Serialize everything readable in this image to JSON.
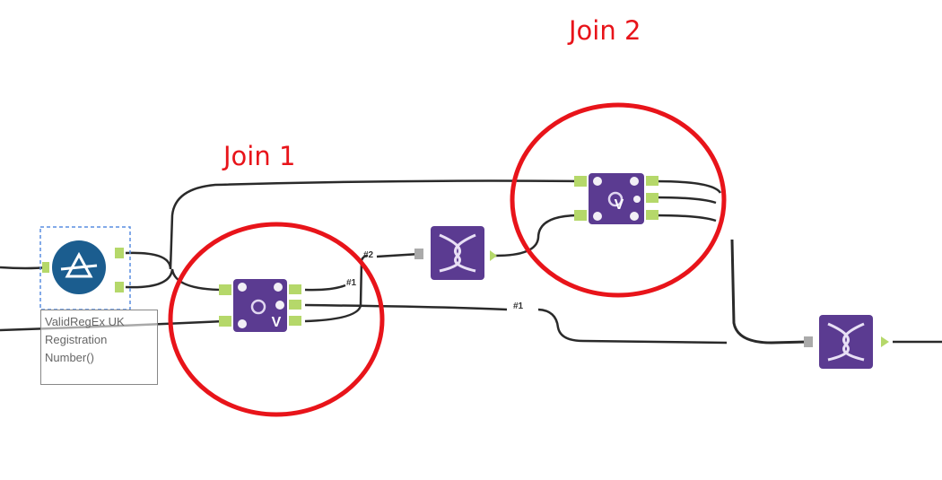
{
  "annotations": {
    "join1": "Join 1",
    "join2": "Join 2"
  },
  "regex_tool": {
    "label_lines": [
      "ValidRegEx UK",
      "Registration",
      "Number()"
    ]
  },
  "join1_tool": {
    "badge": "V"
  },
  "join2_tool": {
    "badge": "V"
  },
  "wire_labels": {
    "join1_j": "#1",
    "union1_in": "#2",
    "join1_r": "#1"
  },
  "colors": {
    "annotation": "#e8141a",
    "tool_purple": "#5b3b91",
    "regex_blue": "#1b5d8f",
    "anchor_green": "#b5d86a",
    "wire": "#222222"
  }
}
